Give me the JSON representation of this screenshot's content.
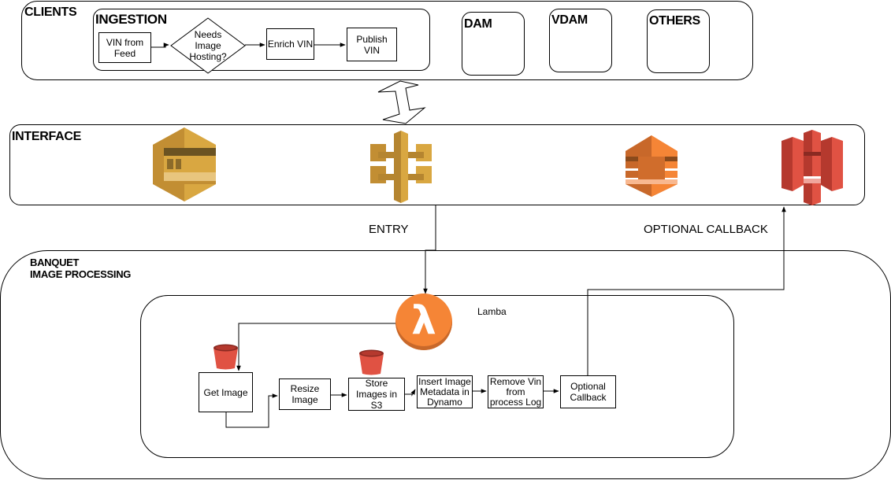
{
  "colors": {
    "sqs_gold": "#D9A741",
    "apigw_gold": "#D9A741",
    "swf_orange": "#F58536",
    "s3_red": "#E05243",
    "lambda_orange": "#F58536",
    "stroke": "#000000"
  },
  "clients": {
    "title": "CLIENTS",
    "ingestion": {
      "title": "INGESTION",
      "nodes": [
        {
          "id": "vin-from-feed",
          "label": "VIN from\nFeed",
          "shape": "rect"
        },
        {
          "id": "needs-image-hosting",
          "label": "Needs\nImage\nHosting?",
          "shape": "diamond"
        },
        {
          "id": "enrich-vin",
          "label": "Enrich VIN",
          "shape": "rect"
        },
        {
          "id": "publish-vin",
          "label": "Publish\nVIN",
          "shape": "rect"
        }
      ]
    },
    "others": [
      {
        "id": "dam",
        "title": "DAM"
      },
      {
        "id": "vdam",
        "title": "VDAM"
      },
      {
        "id": "others",
        "title": "OTHERS"
      }
    ]
  },
  "interface": {
    "title": "INTERFACE",
    "icons": [
      {
        "id": "sqs",
        "name": "sqs-queue-icon"
      },
      {
        "id": "api-gateway",
        "name": "api-gateway-icon"
      },
      {
        "id": "swf",
        "name": "step-workflow-icon"
      },
      {
        "id": "s3",
        "name": "s3-storage-icon"
      }
    ]
  },
  "edge_labels": {
    "entry": "ENTRY",
    "optional_callback": "OPTIONAL CALLBACK"
  },
  "banquet": {
    "title": "BANQUET\nIMAGE PROCESSING",
    "lambda": {
      "label": "Lamba",
      "symbol": "λ",
      "nodes": [
        {
          "id": "get-image",
          "label": "Get Image"
        },
        {
          "id": "resize-image",
          "label": "Resize\nImage"
        },
        {
          "id": "store-images-s3",
          "label": "Store\nImages in\nS3"
        },
        {
          "id": "insert-metadata",
          "label": "Insert Image\nMetadata in\nDynamo"
        },
        {
          "id": "remove-vin",
          "label": "Remove Vin\nfrom\nprocess Log"
        },
        {
          "id": "optional-callback",
          "label": "Optional\nCallback"
        }
      ]
    }
  },
  "edges": [
    {
      "from": "vin-from-feed",
      "to": "needs-image-hosting"
    },
    {
      "from": "needs-image-hosting",
      "to": "enrich-vin"
    },
    {
      "from": "enrich-vin",
      "to": "publish-vin"
    },
    {
      "from": "clients",
      "to": "interface",
      "type": "bidirectional"
    },
    {
      "from": "interface",
      "to": "lambda",
      "label": "ENTRY"
    },
    {
      "from": "lambda",
      "to": "get-image"
    },
    {
      "from": "get-image",
      "to": "resize-image"
    },
    {
      "from": "resize-image",
      "to": "store-images-s3"
    },
    {
      "from": "store-images-s3",
      "to": "insert-metadata"
    },
    {
      "from": "insert-metadata",
      "to": "remove-vin"
    },
    {
      "from": "remove-vin",
      "to": "optional-callback"
    },
    {
      "from": "optional-callback",
      "to": "interface",
      "label": "OPTIONAL CALLBACK"
    }
  ]
}
